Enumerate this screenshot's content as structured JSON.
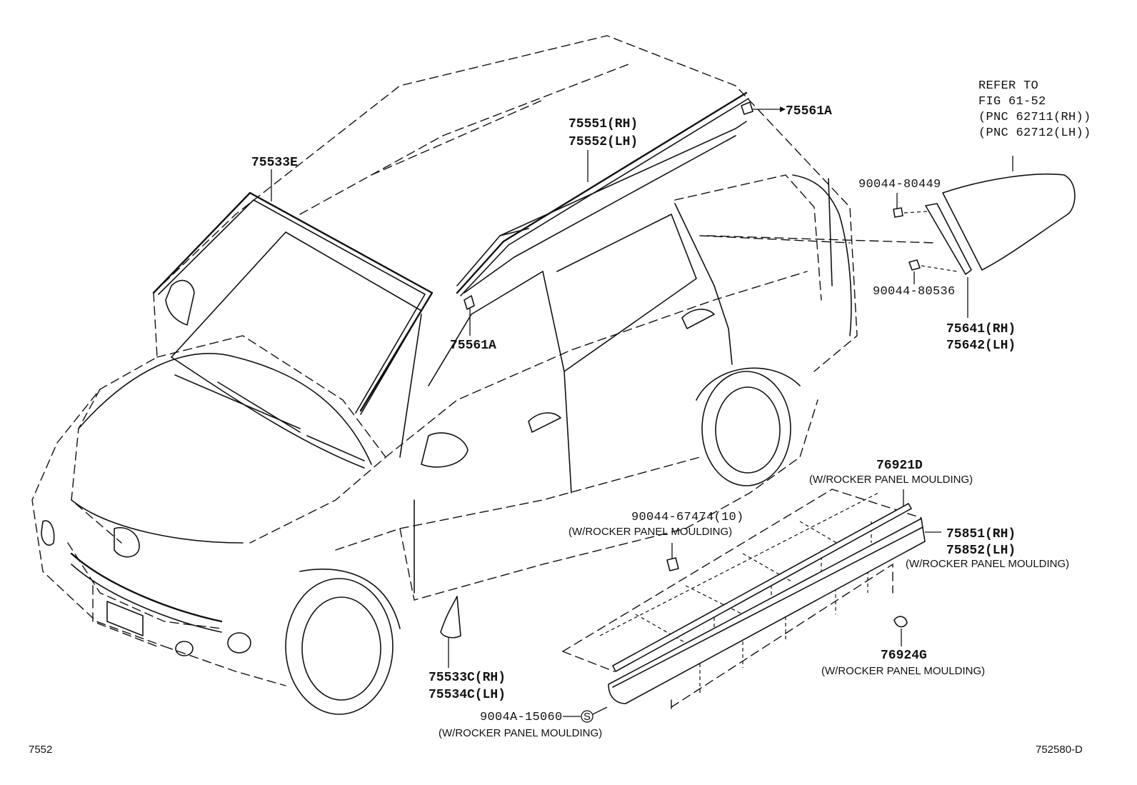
{
  "labels": {
    "p75533E": "75533E",
    "p75551": "75551(RH)",
    "p75552": "75552(LH)",
    "p75561A_top": "75561A",
    "p75561A_mid": "75561A",
    "refer_1": "REFER TO",
    "refer_2": "FIG 61-52",
    "refer_3": "(PNC 62711(RH))",
    "refer_4": "(PNC 62712(LH))",
    "p9004480449": "90044-80449",
    "p9004480536": "90044-80536",
    "p75641": "75641(RH)",
    "p75642": "75642(LH)",
    "p76921D": "76921D",
    "p76921D_note": "(W/ROCKER PANEL MOULDING)",
    "p9004467474": "90044-67474(10)",
    "p9004467474_note": "(W/ROCKER PANEL MOULDING)",
    "p75851": "75851(RH)",
    "p75852": "75852(LH)",
    "p7585x_note": "(W/ROCKER PANEL MOULDING)",
    "p76924G": "76924G",
    "p76924G_note": "(W/ROCKER PANEL MOULDING)",
    "p75533C": "75533C(RH)",
    "p75534C": "75534C(LH)",
    "p9004A15060": "9004A-15060",
    "s_symbol": "S",
    "p9004A15060_note": "(W/ROCKER PANEL MOULDING)",
    "footer_left": "7552",
    "footer_right": "752580-D"
  }
}
